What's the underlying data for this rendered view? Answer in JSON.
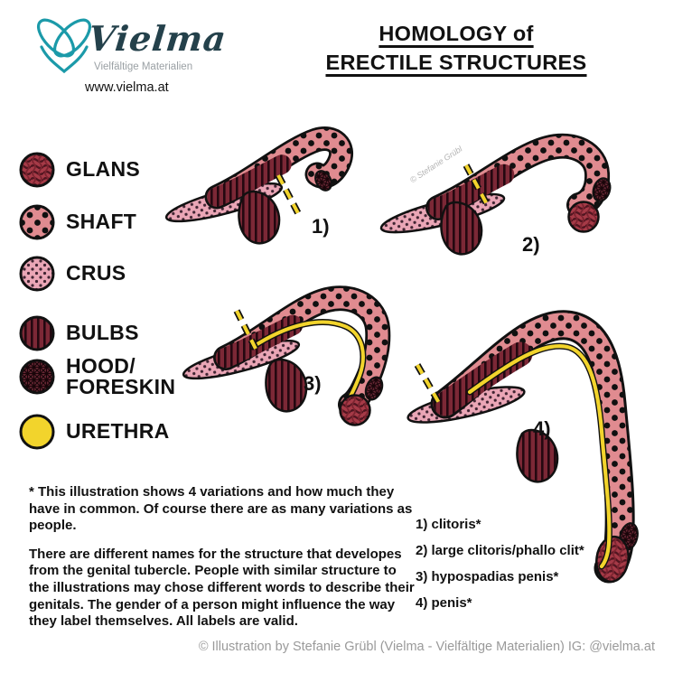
{
  "brand": {
    "name": "Vielma",
    "tagline": "Vielfältige Materialien",
    "website": "www.vielma.at"
  },
  "title": {
    "line1": "HOMOLOGY of",
    "line2": "ERECTILE STRUCTURES"
  },
  "legend": {
    "items": [
      {
        "label": "GLANS",
        "pattern": "glans"
      },
      {
        "label": "SHAFT",
        "pattern": "shaft"
      },
      {
        "label": "CRUS",
        "pattern": "crus"
      },
      {
        "label": "BULBS",
        "pattern": "bulbs"
      },
      {
        "label": "HOOD/",
        "label2": "FORESKIN",
        "pattern": "hood-foreskin"
      },
      {
        "label": "URETHRA",
        "pattern": "urethra"
      }
    ]
  },
  "figures": [
    {
      "number": "1)"
    },
    {
      "number": "2)",
      "watermark": "© Stefanie Grübl"
    },
    {
      "number": "3)"
    },
    {
      "number": "4)"
    }
  ],
  "notes": {
    "paragraph1": "* This illustration shows 4 variations and how much they have in common. Of course there are as many variations as people.",
    "paragraph2": "There are different names for the structure that developes from the genital tubercle. People with similar structure to the illustrations may chose different words to describe their genitals. The gender of a person might influence the way they label themselves. All labels are valid."
  },
  "variations": [
    {
      "label": "1) clitoris*"
    },
    {
      "label": "2) large clitoris/phallo clit*"
    },
    {
      "label": "3) hypospadias penis*"
    },
    {
      "label": "4) penis*"
    }
  ],
  "footer": {
    "credit": "© Illustration by Stefanie Grübl (Vielma - Vielfältige Materialien) IG: @vielma.at"
  },
  "colors": {
    "glans": "#a63a47",
    "shaft": "#e08b90",
    "crus": "#eaa6b6",
    "bulbs": "#7c2836",
    "hood": "#6e2a38",
    "urethra": "#f2d42c",
    "brand_teal": "#1b9aa9"
  }
}
